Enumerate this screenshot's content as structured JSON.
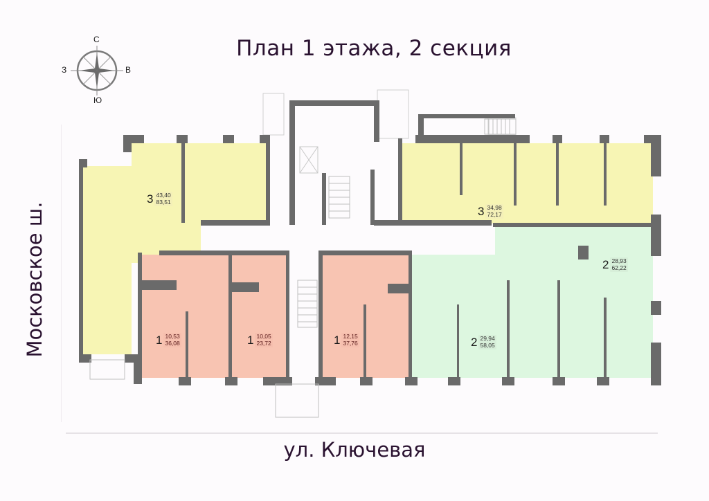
{
  "title": "План 1 этажа, 2 секция",
  "streets": {
    "bottom": "ул. Ключевая",
    "left": "Московское ш."
  },
  "compass": {
    "north": "С",
    "south": "Ю",
    "west": "З",
    "east": "В"
  },
  "colors": {
    "three_room": "#f7f5b4",
    "one_room": "#f8c4b2",
    "two_room": "#ddf7e0",
    "wall": "#6a6a6a",
    "text": "#2a1230"
  },
  "apartments": [
    {
      "rooms": "3",
      "living_area": "43,40",
      "total_area": "83,51",
      "color": "yellow"
    },
    {
      "rooms": "3",
      "living_area": "34,98",
      "total_area": "72,17",
      "color": "yellow"
    },
    {
      "rooms": "2",
      "living_area": "28,93",
      "total_area": "62,22",
      "color": "green"
    },
    {
      "rooms": "1",
      "living_area": "10,53",
      "total_area": "36,08",
      "color": "pink"
    },
    {
      "rooms": "1",
      "living_area": "10,05",
      "total_area": "23,72",
      "color": "pink"
    },
    {
      "rooms": "1",
      "living_area": "12,15",
      "total_area": "37,76",
      "color": "pink"
    },
    {
      "rooms": "2",
      "living_area": "29,94",
      "total_area": "58,05",
      "color": "green"
    }
  ]
}
